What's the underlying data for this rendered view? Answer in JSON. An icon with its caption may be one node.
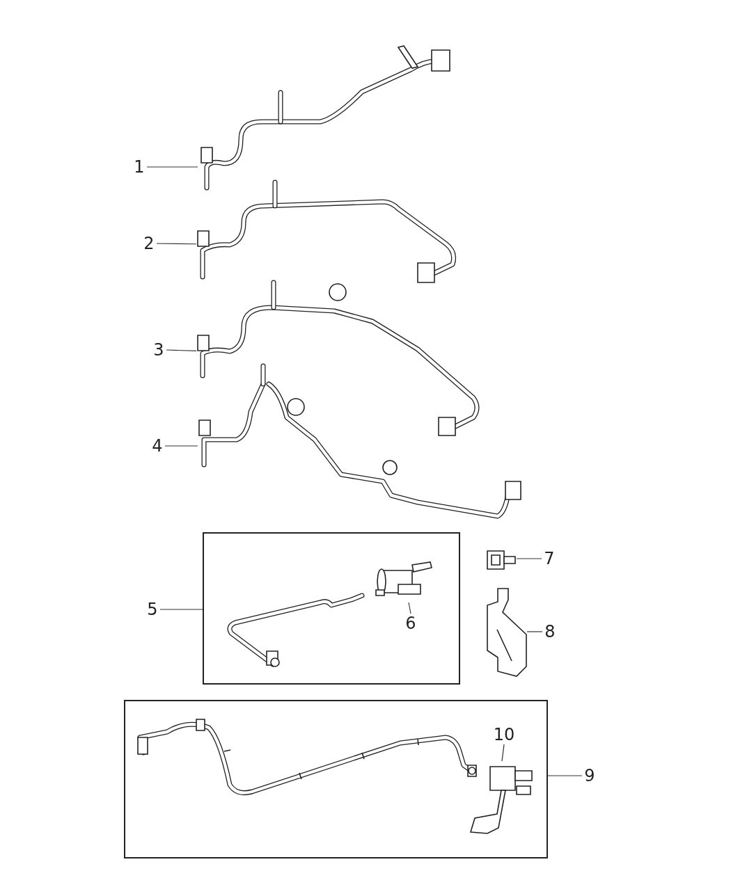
{
  "diagram": {
    "nodes": [
      {
        "text": [
          "1"
        ]
      },
      {
        "text": [],
        "shape": "picture"
      },
      {
        "text": [
          "2"
        ]
      },
      {
        "text": [],
        "shape": "picture"
      },
      {
        "text": [
          "3"
        ]
      },
      {
        "text": [],
        "shape": "picture"
      },
      {
        "text": [
          "4"
        ]
      },
      {
        "text": [],
        "shape": "picture"
      },
      {
        "text": [
          "5"
        ]
      },
      {
        "text": [],
        "shape": "box"
      },
      {
        "text": [],
        "shape": "picture",
        "in": 9
      },
      {
        "text": [],
        "shape": "picture",
        "in": 9
      },
      {
        "text": [
          "6"
        ],
        "in": 9
      },
      {
        "text": [
          "7"
        ]
      },
      {
        "text": [],
        "shape": "picture"
      },
      {
        "text": [
          "8"
        ]
      },
      {
        "text": [],
        "shape": "picture"
      },
      {
        "text": [],
        "shape": "box"
      },
      {
        "text": [],
        "shape": "picture",
        "in": 17
      },
      {
        "text": [
          "10"
        ],
        "in": 17
      },
      {
        "text": [],
        "shape": "picture",
        "in": 17
      },
      {
        "text": [
          "9"
        ]
      }
    ],
    "edges": [
      {
        "from": 0,
        "to": 1,
        "arrow": "none"
      },
      {
        "from": 2,
        "to": 3,
        "arrow": "none"
      },
      {
        "from": 4,
        "to": 5,
        "arrow": "none"
      },
      {
        "from": 6,
        "to": 7,
        "arrow": "none"
      },
      {
        "from": 8,
        "to": 9,
        "arrow": "none"
      },
      {
        "from": 12,
        "to": 11,
        "arrow": "none"
      },
      {
        "from": 13,
        "to": 14,
        "arrow": "none"
      },
      {
        "from": 15,
        "to": 16,
        "arrow": "none"
      },
      {
        "from": 21,
        "to": 17,
        "arrow": "none"
      },
      {
        "from": 19,
        "to": 20,
        "arrow": "none"
      }
    ]
  }
}
